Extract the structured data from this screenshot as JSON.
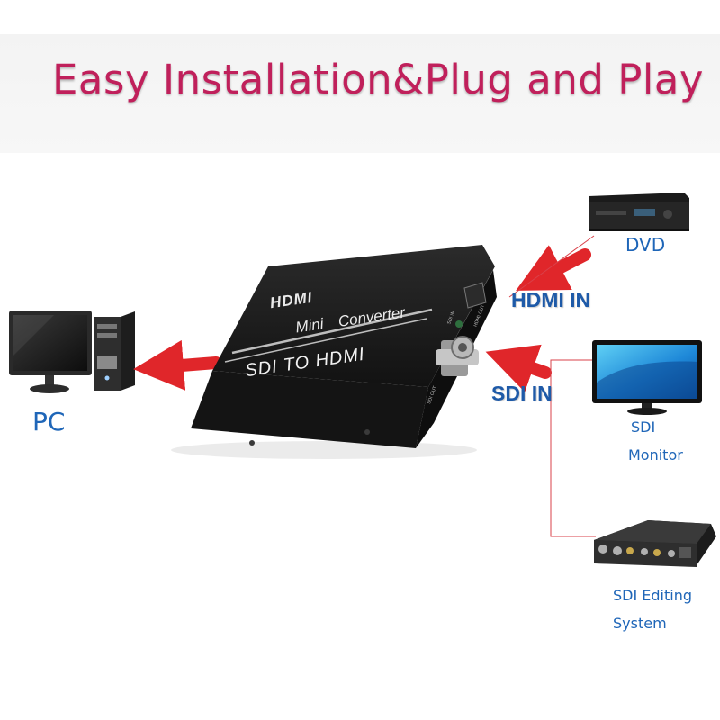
{
  "headline": "Easy Installation&Plug and Play",
  "device": {
    "brand": "HDMI",
    "subtitle": "Mini Converter",
    "model_label": "SDI TO HDMI",
    "ports": {
      "hdmi_out": "HDMI OUT",
      "sdi_in": "SDI IN",
      "sdi_out": "SDI OUT"
    }
  },
  "labels": {
    "pc": "PC",
    "dvd": "DVD",
    "hdmi_in": "HDMI IN",
    "sdi_in": "SDI IN",
    "sdi_monitor_line1": "SDI",
    "sdi_monitor_line2": "Monitor",
    "sdi_editing_line1": "SDI Editing",
    "sdi_editing_line2": "System"
  },
  "colors": {
    "headline": "#c0205b",
    "label_blue": "#1f66b8",
    "arrow_red": "#e0262a",
    "connector_line": "#d9414a",
    "device_body": "#1b1b1b"
  }
}
